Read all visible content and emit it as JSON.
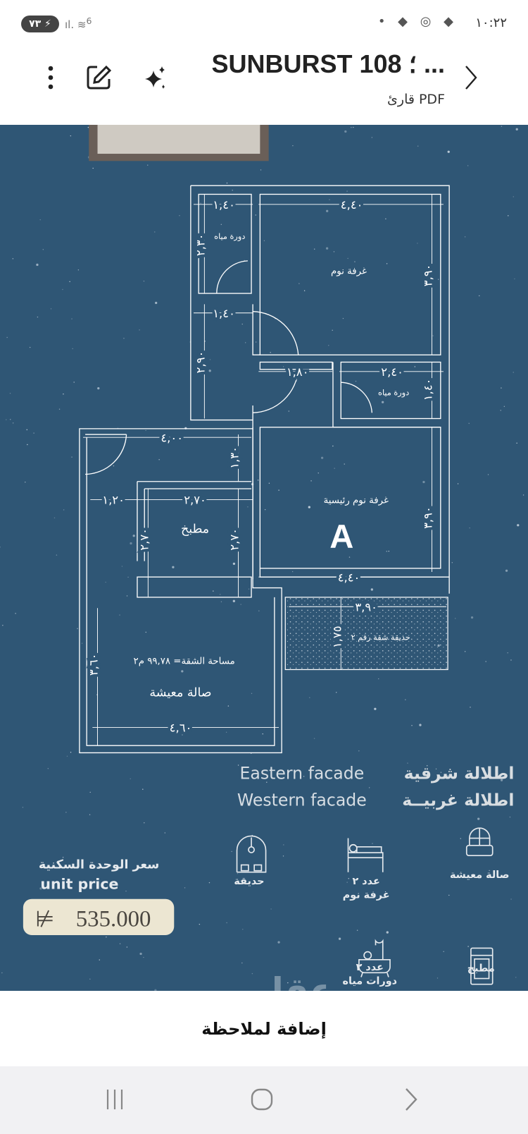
{
  "status_bar": {
    "battery": "٧٣",
    "time": "١٠:٢٢",
    "wifi_label": "6"
  },
  "header": {
    "title": "SUNBURST 108 ؛ ...",
    "subtitle": "قارئ PDF",
    "icons": [
      "chevron-right-icon",
      "sparkle-icon",
      "edit-icon",
      "more-vertical-icon"
    ]
  },
  "plan": {
    "dims": {
      "bath1_w": "١,٤٠",
      "bed_w": "٤,٤٠",
      "bath1_h": "٢,٣٠",
      "bed_h": "٣,٩٠",
      "corr_w": "١,٤٠",
      "corr_h": "٢,٩٠",
      "hall_w": "١,٨٠",
      "bath2_w": "٢,٤٠",
      "bath2_h": "١,٤٠",
      "entry_w": "٤,٠٠",
      "entry_h": "١,٣٠",
      "side_w": "١,٢٠",
      "kitchen_w": "٢,٧٠",
      "kitchen_h1": "٢,٧٠",
      "kitchen_h2": "٢,٧٠",
      "master_h": "٣,٩٠",
      "master_w": "٤,٤٠",
      "garden_w": "٣,٩٠",
      "garden_h": "١,٧٥",
      "living_h": "٣,٦٠",
      "living_w": "٤,٦٠"
    },
    "rooms": {
      "bath1": "دورة مياه",
      "bedroom": "غرفة نوم",
      "bath2": "دورة مياه",
      "master": "غرفة نوم رئيسية",
      "unit": "A",
      "kitchen": "مطبخ",
      "garden": "حديقة شقة رقم ٢",
      "area": "مساحة الشقة= ٩٩,٧٨ م٢",
      "living": "صالة معيشة"
    }
  },
  "facades": {
    "east_en": "Eastern facade",
    "east_ar": "اطلالة شرقية",
    "west_en": "Western facade",
    "west_ar": "اطلالة غربيــة"
  },
  "price": {
    "label_ar": "سعر الوحدة السكنية",
    "label_en": "unit price",
    "value": "535.000",
    "currency_symbol": "⃁"
  },
  "features": [
    {
      "icon": "sofa-icon",
      "label": "صالة معيشة"
    },
    {
      "icon": "bed-icon",
      "label": "عدد ٢",
      "sub": "غرفة نوم"
    },
    {
      "icon": "garden-icon",
      "label": "حديقة"
    },
    {
      "icon": "stove-icon",
      "label": "مطبخ"
    },
    {
      "icon": "bathtub-icon",
      "label": "عدد ٢",
      "sub": "دورات مياه"
    }
  ],
  "watermark": "عقار",
  "note_button": "إضافة لملاحظة",
  "colors": {
    "background": "#2f5675",
    "lines": "#ffffff",
    "price_box": "#ece6d2"
  }
}
